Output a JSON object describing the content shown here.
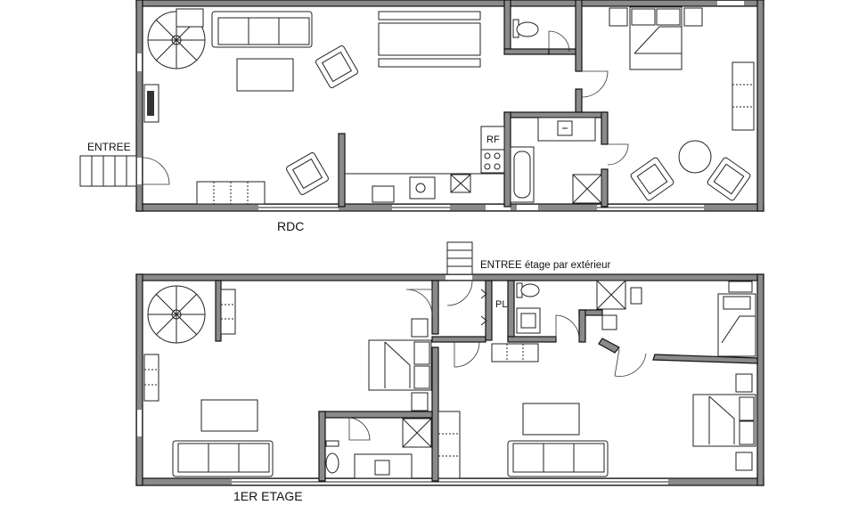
{
  "plan": {
    "ground_floor_label": "RDC",
    "first_floor_label": "1ER ETAGE",
    "entrance_label": "ENTREE",
    "exterior_entrance_label": "ENTREE étage par extérieur",
    "fridge_label": "RF",
    "closet_label": "PL"
  }
}
